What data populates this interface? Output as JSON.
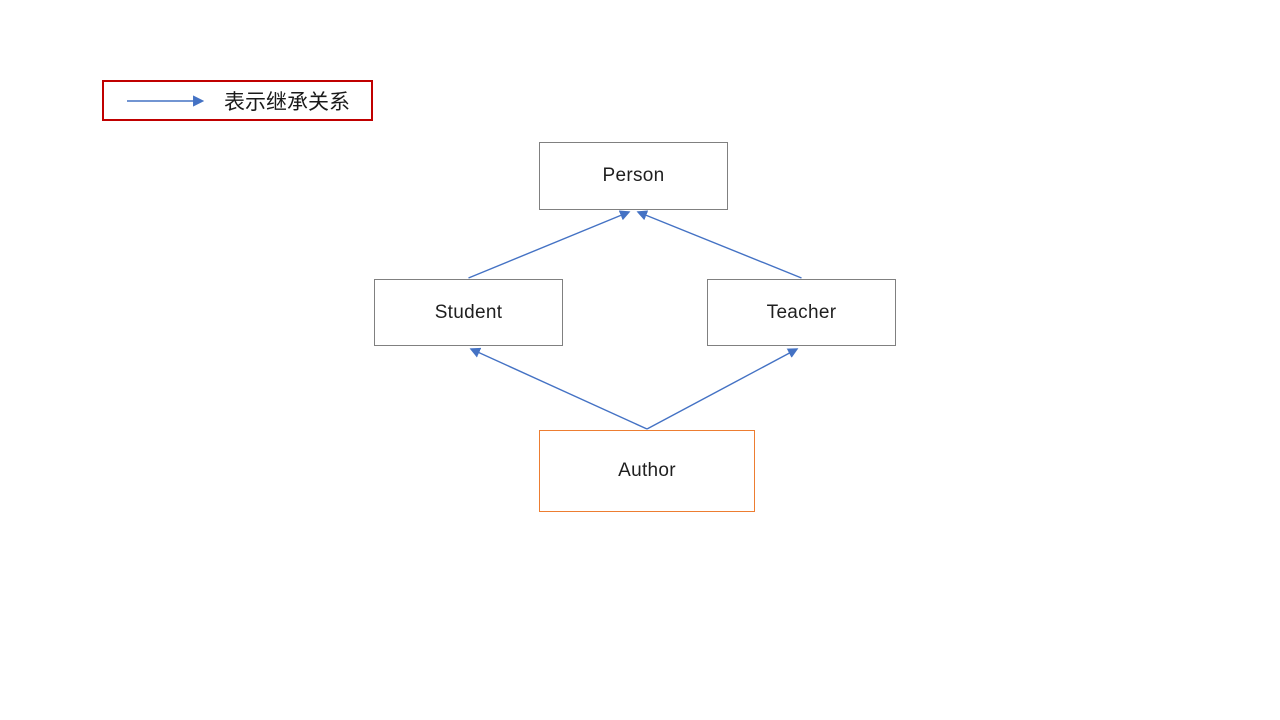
{
  "legend": {
    "label": "表示继承关系",
    "icon": "right-arrow-icon",
    "border_color": "#C00000"
  },
  "diagram": {
    "title": "class inheritance diagram",
    "arrow_color": "#4472C4",
    "nodes": [
      {
        "id": "person",
        "label": "Person",
        "border_color": "#808080"
      },
      {
        "id": "student",
        "label": "Student",
        "border_color": "#808080"
      },
      {
        "id": "teacher",
        "label": "Teacher",
        "border_color": "#808080"
      },
      {
        "id": "author",
        "label": "Author",
        "border_color": "#ED7D31"
      }
    ],
    "edges": [
      {
        "from": "Student",
        "to": "Person",
        "type": "inheritance"
      },
      {
        "from": "Teacher",
        "to": "Person",
        "type": "inheritance"
      },
      {
        "from": "Author",
        "to": "Student",
        "type": "inheritance"
      },
      {
        "from": "Author",
        "to": "Teacher",
        "type": "inheritance"
      }
    ]
  },
  "colors": {
    "arrow_blue": "#4472C4",
    "legend_red": "#C00000",
    "author_orange": "#ED7D31",
    "node_gray": "#808080",
    "background": "#FFFFFF"
  }
}
